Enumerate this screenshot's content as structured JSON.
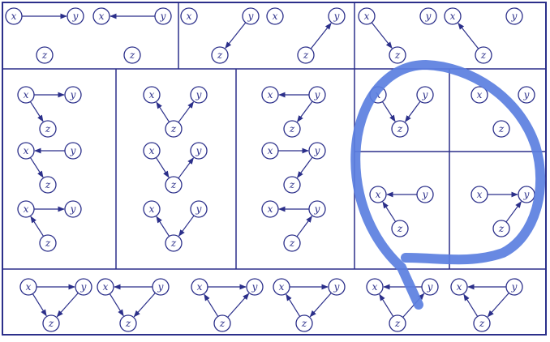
{
  "node_labels": {
    "x": "x",
    "y": "y",
    "z": "z"
  },
  "annotation": {
    "color": "#5b7fe0"
  },
  "panels": [
    {
      "graphs": [
        {
          "edges": [
            [
              "x",
              "y"
            ]
          ]
        },
        {
          "edges": [
            [
              "y",
              "x"
            ]
          ]
        }
      ]
    },
    {
      "graphs": [
        {
          "edges": [
            [
              "y",
              "z"
            ]
          ]
        },
        {
          "edges": [
            [
              "z",
              "y"
            ]
          ]
        }
      ]
    },
    {
      "graphs": [
        {
          "edges": [
            [
              "x",
              "z"
            ]
          ]
        },
        {
          "edges": [
            [
              "z",
              "x"
            ]
          ]
        }
      ]
    },
    {
      "graphs": [
        {
          "edges": [
            [
              "x",
              "y"
            ],
            [
              "x",
              "z"
            ]
          ]
        },
        {
          "edges": [
            [
              "y",
              "x"
            ],
            [
              "x",
              "z"
            ]
          ]
        },
        {
          "edges": [
            [
              "x",
              "y"
            ],
            [
              "z",
              "x"
            ]
          ]
        }
      ]
    },
    {
      "graphs": [
        {
          "edges": [
            [
              "z",
              "x"
            ],
            [
              "z",
              "y"
            ]
          ]
        },
        {
          "edges": [
            [
              "x",
              "z"
            ],
            [
              "z",
              "y"
            ]
          ]
        },
        {
          "edges": [
            [
              "z",
              "x"
            ],
            [
              "y",
              "z"
            ]
          ]
        }
      ]
    },
    {
      "graphs": [
        {
          "edges": [
            [
              "y",
              "x"
            ],
            [
              "y",
              "z"
            ]
          ]
        },
        {
          "edges": [
            [
              "x",
              "y"
            ],
            [
              "y",
              "z"
            ]
          ]
        },
        {
          "edges": [
            [
              "y",
              "x"
            ],
            [
              "z",
              "y"
            ]
          ]
        }
      ]
    },
    {
      "graphs": [
        {
          "edges": [
            [
              "x",
              "z"
            ],
            [
              "y",
              "z"
            ]
          ]
        }
      ]
    },
    {
      "graphs": [
        {
          "edges": []
        }
      ]
    },
    {
      "graphs": [
        {
          "edges": [
            [
              "y",
              "x"
            ],
            [
              "z",
              "x"
            ]
          ]
        }
      ]
    },
    {
      "graphs": [
        {
          "edges": [
            [
              "x",
              "y"
            ],
            [
              "z",
              "y"
            ]
          ]
        }
      ]
    },
    {
      "graphs": [
        {
          "edges": [
            [
              "x",
              "y"
            ],
            [
              "x",
              "z"
            ],
            [
              "y",
              "z"
            ]
          ]
        },
        {
          "edges": [
            [
              "y",
              "x"
            ],
            [
              "x",
              "z"
            ],
            [
              "y",
              "z"
            ]
          ]
        },
        {
          "edges": [
            [
              "x",
              "y"
            ],
            [
              "z",
              "x"
            ],
            [
              "z",
              "y"
            ]
          ]
        },
        {
          "edges": [
            [
              "x",
              "y"
            ],
            [
              "z",
              "x"
            ],
            [
              "y",
              "z"
            ]
          ]
        },
        {
          "edges": [
            [
              "z",
              "x"
            ],
            [
              "y",
              "x"
            ],
            [
              "z",
              "y"
            ]
          ]
        },
        {
          "edges": [
            [
              "y",
              "x"
            ],
            [
              "z",
              "x"
            ],
            [
              "y",
              "z"
            ]
          ]
        }
      ]
    }
  ]
}
